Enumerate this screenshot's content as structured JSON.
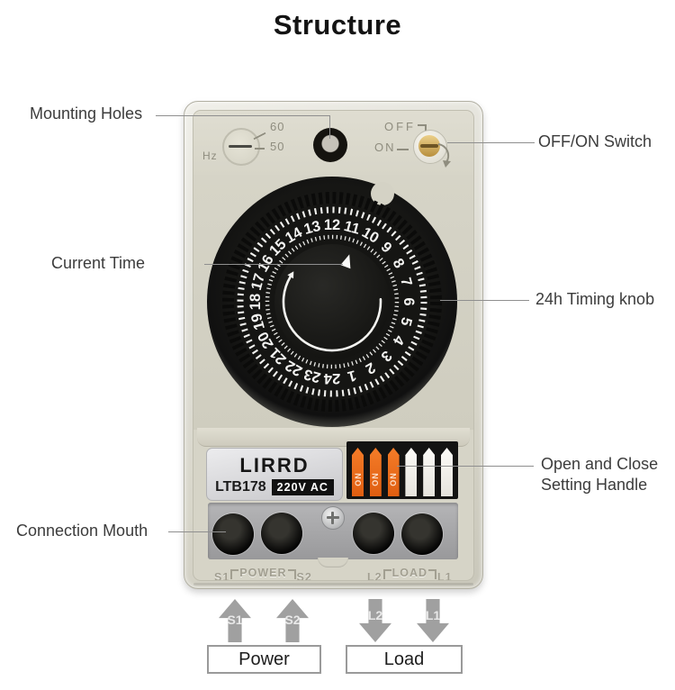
{
  "title": "Structure",
  "annotations": {
    "mounting_holes": "Mounting Holes",
    "off_on_switch": "OFF/ON Switch",
    "current_time": "Current Time",
    "timing_knob": "24h Timing knob",
    "setting_handle_line1": "Open and Close",
    "setting_handle_line2": "Setting Handle",
    "connection_mouth": "Connection Mouth"
  },
  "device": {
    "top_panel": {
      "hz": "Hz",
      "freq60": "60",
      "freq50": "50",
      "off": "OFF",
      "on": "ON"
    },
    "brand": "LIRRD",
    "model": "LTB178",
    "voltage": "220V AC",
    "dial": {
      "hours": [
        1,
        2,
        3,
        4,
        5,
        6,
        7,
        8,
        9,
        10,
        11,
        12,
        13,
        14,
        15,
        16,
        17,
        18,
        19,
        20,
        21,
        22,
        23,
        24
      ]
    },
    "pins": [
      {
        "color": "orange",
        "label": "ON"
      },
      {
        "color": "orange",
        "label": "ON"
      },
      {
        "color": "orange",
        "label": "ON"
      },
      {
        "color": "white",
        "label": ""
      },
      {
        "color": "white",
        "label": ""
      },
      {
        "color": "white",
        "label": ""
      }
    ],
    "terminals": {
      "s1": "S1",
      "power": "POWER",
      "s2": "S2",
      "l2": "L2",
      "load": "LOAD",
      "l1": "L1"
    }
  },
  "bottom_diagram": {
    "power_label": "Power",
    "load_label": "Load",
    "arrows": [
      {
        "label": "S1",
        "dir": "up"
      },
      {
        "label": "S2",
        "dir": "up"
      },
      {
        "label": "L2",
        "dir": "down"
      },
      {
        "label": "L1",
        "dir": "down"
      }
    ]
  },
  "colors": {
    "accent_orange": "#ee6c1d",
    "body_beige": "#d6d4c7",
    "terminal_gray": "#a6a6a8",
    "dial_black": "#161615"
  }
}
